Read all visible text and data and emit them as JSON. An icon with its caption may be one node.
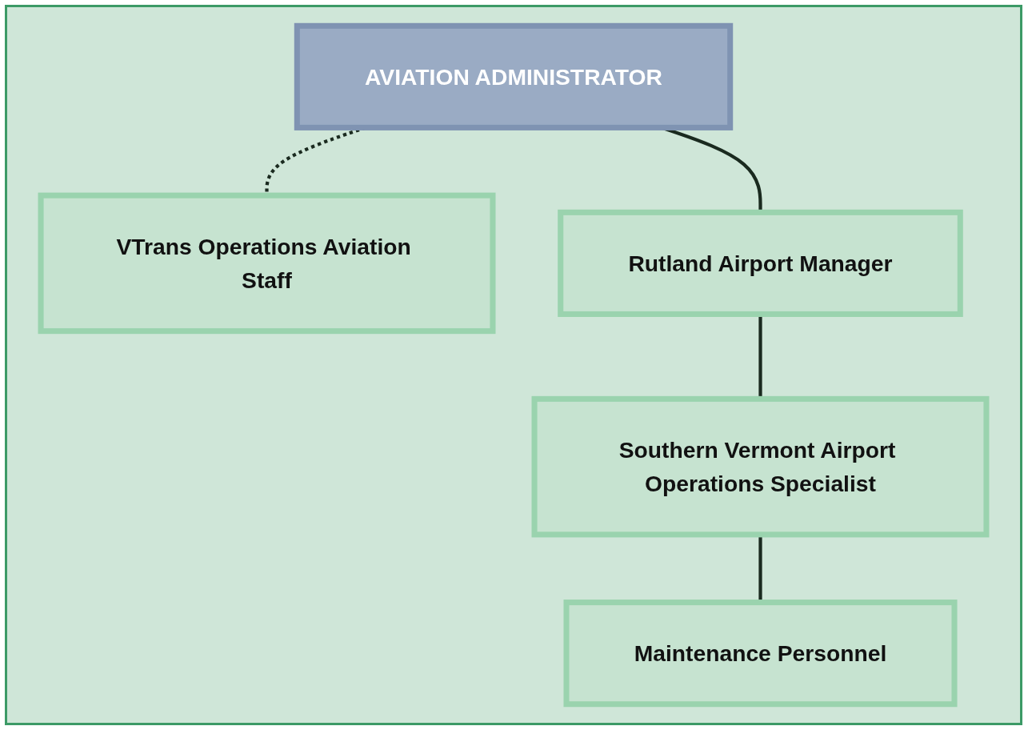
{
  "diagram": {
    "nodes": [
      {
        "text": [
          "AVIATION ADMINISTRATOR"
        ]
      },
      {
        "text": [
          "VTrans Operations Aviation Staff"
        ]
      },
      {
        "text": [
          "Rutland Airport Manager"
        ]
      },
      {
        "text": [
          "Southern Vermont Airport Operations Specialist"
        ]
      },
      {
        "text": [
          "Maintenance Personnel"
        ]
      }
    ],
    "edges": [
      {
        "from": 0,
        "to": 1,
        "arrow": "none",
        "style": "dashed"
      },
      {
        "from": 0,
        "to": 2,
        "arrow": "none"
      },
      {
        "from": 2,
        "to": 3,
        "arrow": "none"
      },
      {
        "from": 3,
        "to": 4,
        "arrow": "none"
      }
    ]
  }
}
